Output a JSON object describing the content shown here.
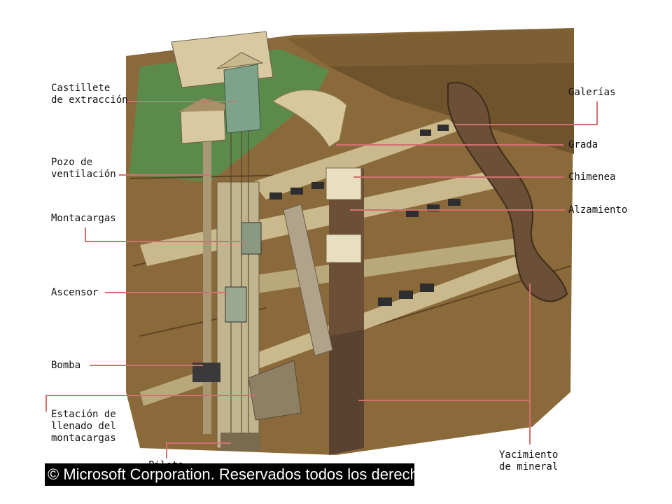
{
  "labels": {
    "castillete": "Castillete\nde extracción",
    "pozo": "Pozo de\nventilación",
    "montacargas": "Montacargas",
    "ascensor": "Ascensor",
    "bomba": "Bomba",
    "estacion": "Estación de\nllenado del\nmontacargas",
    "pileta": "Pileta",
    "galerias": "Galerías",
    "grada": "Grada",
    "chimenea": "Chimenea",
    "alzamiento": "Alzamiento",
    "yacimiento": "Yacimiento\nde mineral"
  },
  "copyright": "© Microsoft Corporation. Reservados todos los derechos.",
  "colors": {
    "earth": "#8a6a3a",
    "earth_dark": "#5e4324",
    "grass": "#5c8a4a",
    "leader": "#d07070",
    "ore": "#6b4f36",
    "tunnel": "#c9b98c",
    "building": "#d9c9a0",
    "tower": "#7fa38a"
  }
}
